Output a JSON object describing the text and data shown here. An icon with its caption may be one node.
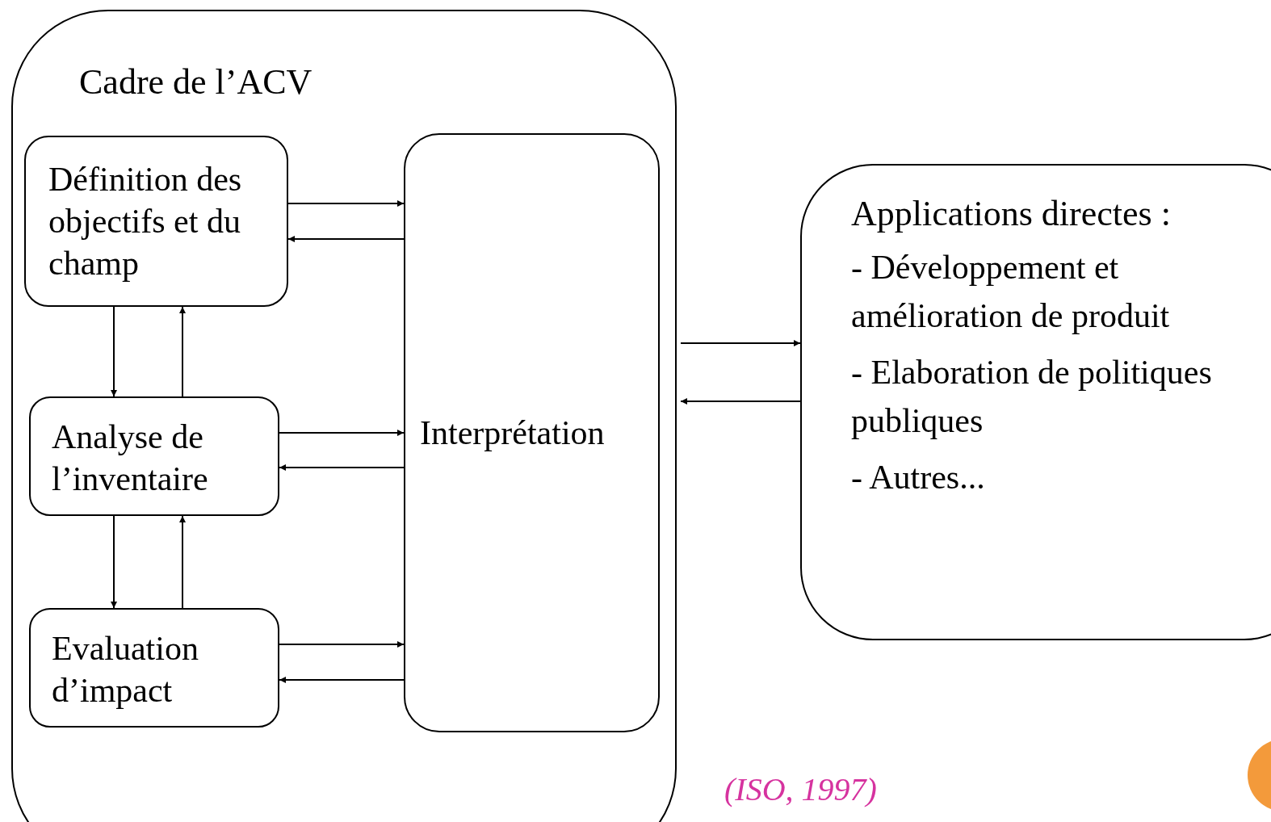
{
  "diagram": {
    "caption": "(ISO, 1997)",
    "nodes": [
      {
        "text": [
          "Cadre de l’ACV"
        ]
      },
      {
        "text": [
          "Définition des objectifs et du champ"
        ],
        "in": 0
      },
      {
        "text": [
          "Analyse de l’inventaire"
        ],
        "in": 0
      },
      {
        "text": [
          "Evaluation d’impact"
        ],
        "in": 0
      },
      {
        "text": [
          "Interprétation"
        ],
        "in": 0
      },
      {
        "text": [
          "Applications directes :",
          "- Développement et amélioration de produit",
          "- Elaboration de politiques publiques",
          "- Autres..."
        ]
      }
    ],
    "edges": [
      {
        "from": 1,
        "to": 4,
        "arrow": "to"
      },
      {
        "from": 4,
        "to": 1,
        "arrow": "to"
      },
      {
        "from": 2,
        "to": 4,
        "arrow": "to"
      },
      {
        "from": 4,
        "to": 2,
        "arrow": "to"
      },
      {
        "from": 3,
        "to": 4,
        "arrow": "to"
      },
      {
        "from": 4,
        "to": 3,
        "arrow": "to"
      },
      {
        "from": 1,
        "to": 2,
        "arrow": "to"
      },
      {
        "from": 2,
        "to": 1,
        "arrow": "to"
      },
      {
        "from": 2,
        "to": 3,
        "arrow": "to"
      },
      {
        "from": 3,
        "to": 2,
        "arrow": "to"
      },
      {
        "from": 0,
        "to": 5,
        "arrow": "to"
      },
      {
        "from": 5,
        "to": 0,
        "arrow": "to"
      }
    ]
  }
}
